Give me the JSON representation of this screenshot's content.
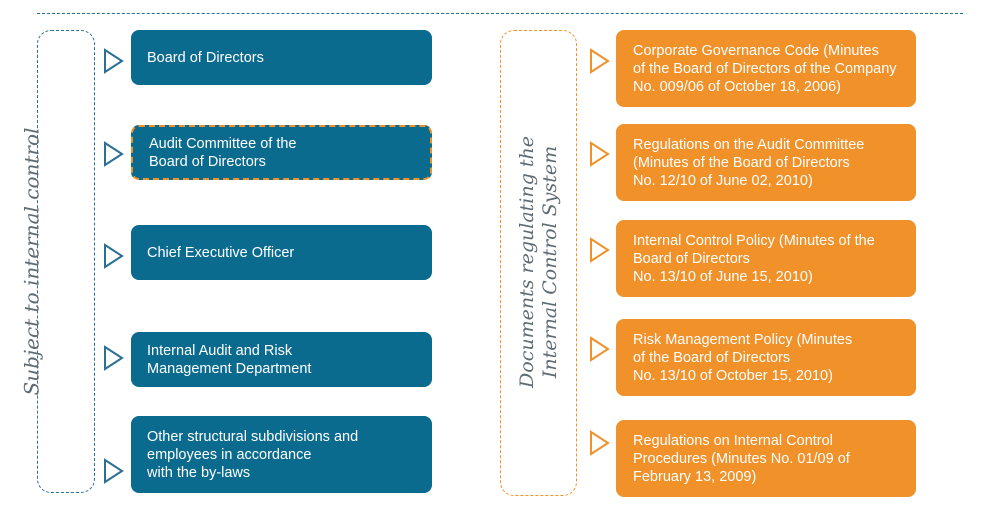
{
  "left_column": {
    "label": "Subject to internal control",
    "items": [
      {
        "text": "Board of Directors"
      },
      {
        "text": "Audit Committee of the\nBoard of Directors"
      },
      {
        "text": "Chief Executive Officer"
      },
      {
        "text": "Internal Audit and Risk\nManagement Department"
      },
      {
        "text": "Other structural subdivisions and\nemployees in accordance\nwith the by-laws"
      }
    ]
  },
  "right_column": {
    "label_line1": "Documents regulating the",
    "label_line2": "Internal Control System",
    "items": [
      {
        "text": "Corporate Governance Code (Minutes\nof the Board of Directors of the Company\nNo. 009/06 of October 18, 2006)"
      },
      {
        "text": "Regulations on the Audit Committee\n(Minutes of the Board of Directors\nNo. 12/10 of June 02, 2010)"
      },
      {
        "text": "Internal Control Policy (Minutes of the\nBoard of Directors\nNo. 13/10 of June 15, 2010)"
      },
      {
        "text": "Risk Management Policy (Minutes\nof the Board of Directors\nNo. 13/10 of October 15, 2010)"
      },
      {
        "text": "Regulations on Internal Control\nProcedures (Minutes No. 01/09 of\nFebruary 13, 2009)"
      }
    ]
  },
  "colors": {
    "blue": "#0b6b8f",
    "orange": "#f0912a",
    "label_gray": "#5f6b72"
  },
  "icons": {
    "arrow": "triangle-outline-right-icon"
  }
}
